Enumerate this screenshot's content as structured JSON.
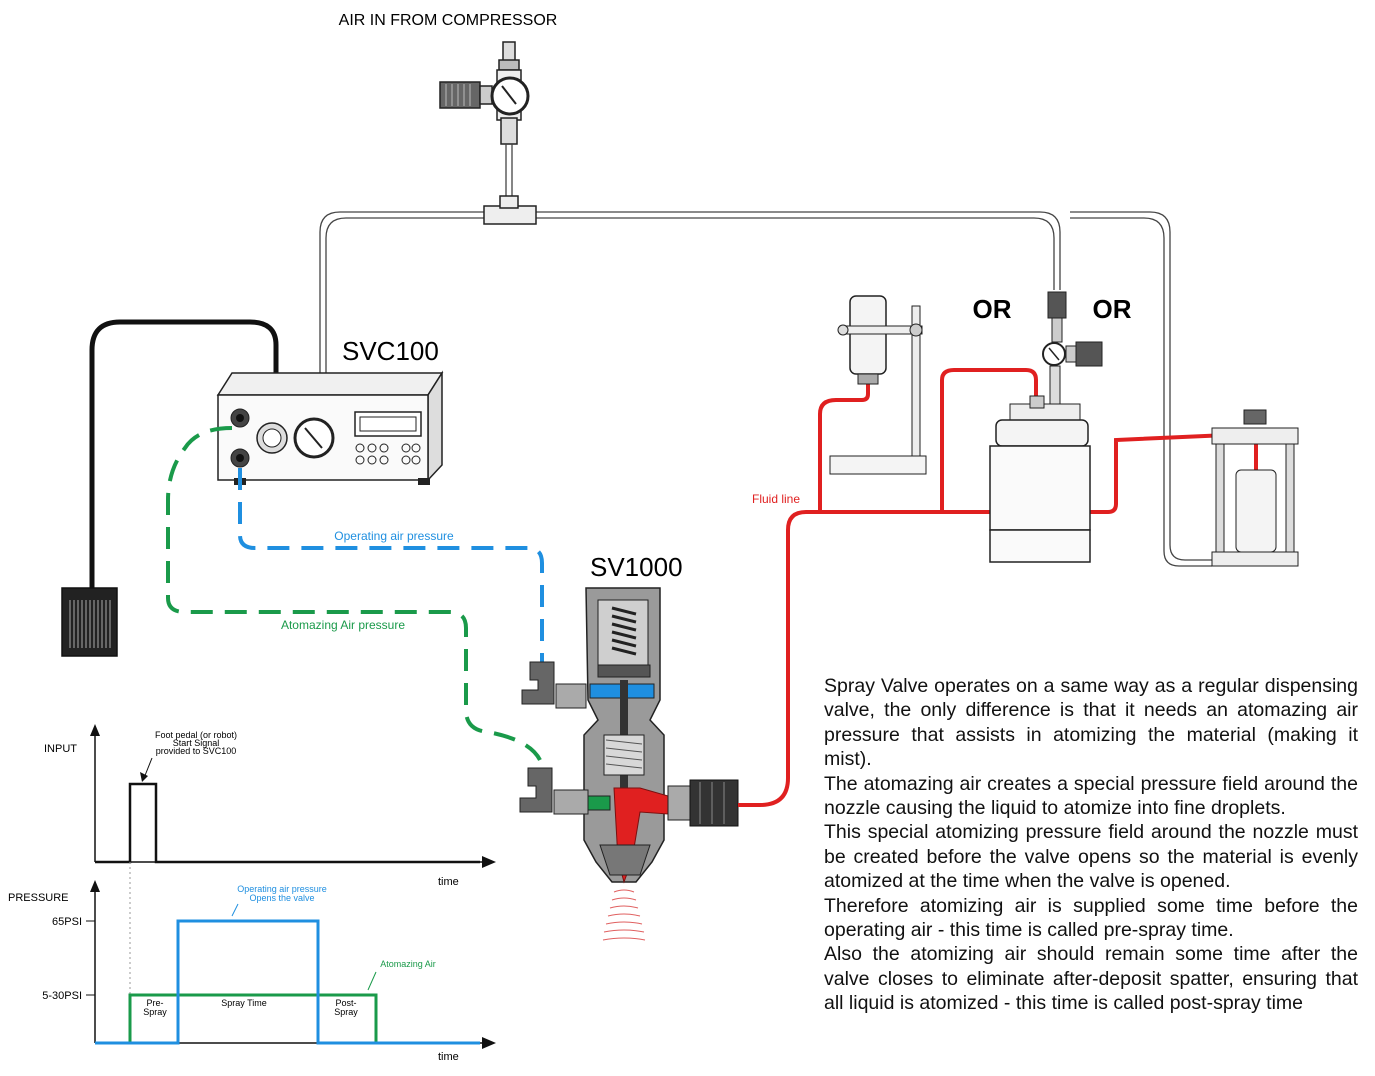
{
  "labels": {
    "air_in": "AIR IN FROM COMPRESSOR",
    "svc100": "SVC100",
    "sv1000": "SV1000",
    "or_left": "OR",
    "or_right": "OR",
    "fluid_line": "Fluid line",
    "operating_air": "Operating air pressure",
    "atomazing_air": "Atomazing Air pressure"
  },
  "timing": {
    "input_label": "INPUT",
    "pressure_label": "PRESSURE",
    "time_label_top": "time",
    "time_label_bottom": "time",
    "pedal_note": [
      "Foot pedal (or robot)",
      "Start Signal",
      "provided to SVC100"
    ],
    "operating_note": [
      "Operating air pressure",
      "Opens the valve"
    ],
    "atomizing_note": "Atomazing Air",
    "level_high": "65PSI",
    "level_low": "5-30PSI",
    "pre_spray": [
      "Pre-",
      "Spray"
    ],
    "spray_time": "Spray Time",
    "post_spray": [
      "Post-",
      "Spray"
    ]
  },
  "description": [
    "Spray Valve operates on a same way as a regular dispensing valve, the only difference is that it needs an atomazing air pressure that assists in atomizing the material (making it mist).",
    "The atomazing air creates a special pressure field around the nozzle causing the liquid to atomize into fine droplets.",
    "This special atomizing pressure field around the nozzle must be created  before the valve opens so the material is evenly atomized at the time when the valve is opened.",
    "Therefore atomizing air is supplied some time before the operating air - this time is called pre-spray time.",
    "Also the atomizing air should remain some time after the valve closes to eliminate after-deposit spatter, ensuring that all liquid is atomized - this time is called post-spray time"
  ],
  "colors": {
    "fluid": "#e02020",
    "operating_air": "#1f8fe0",
    "atomizing_air": "#1a9a4a"
  }
}
